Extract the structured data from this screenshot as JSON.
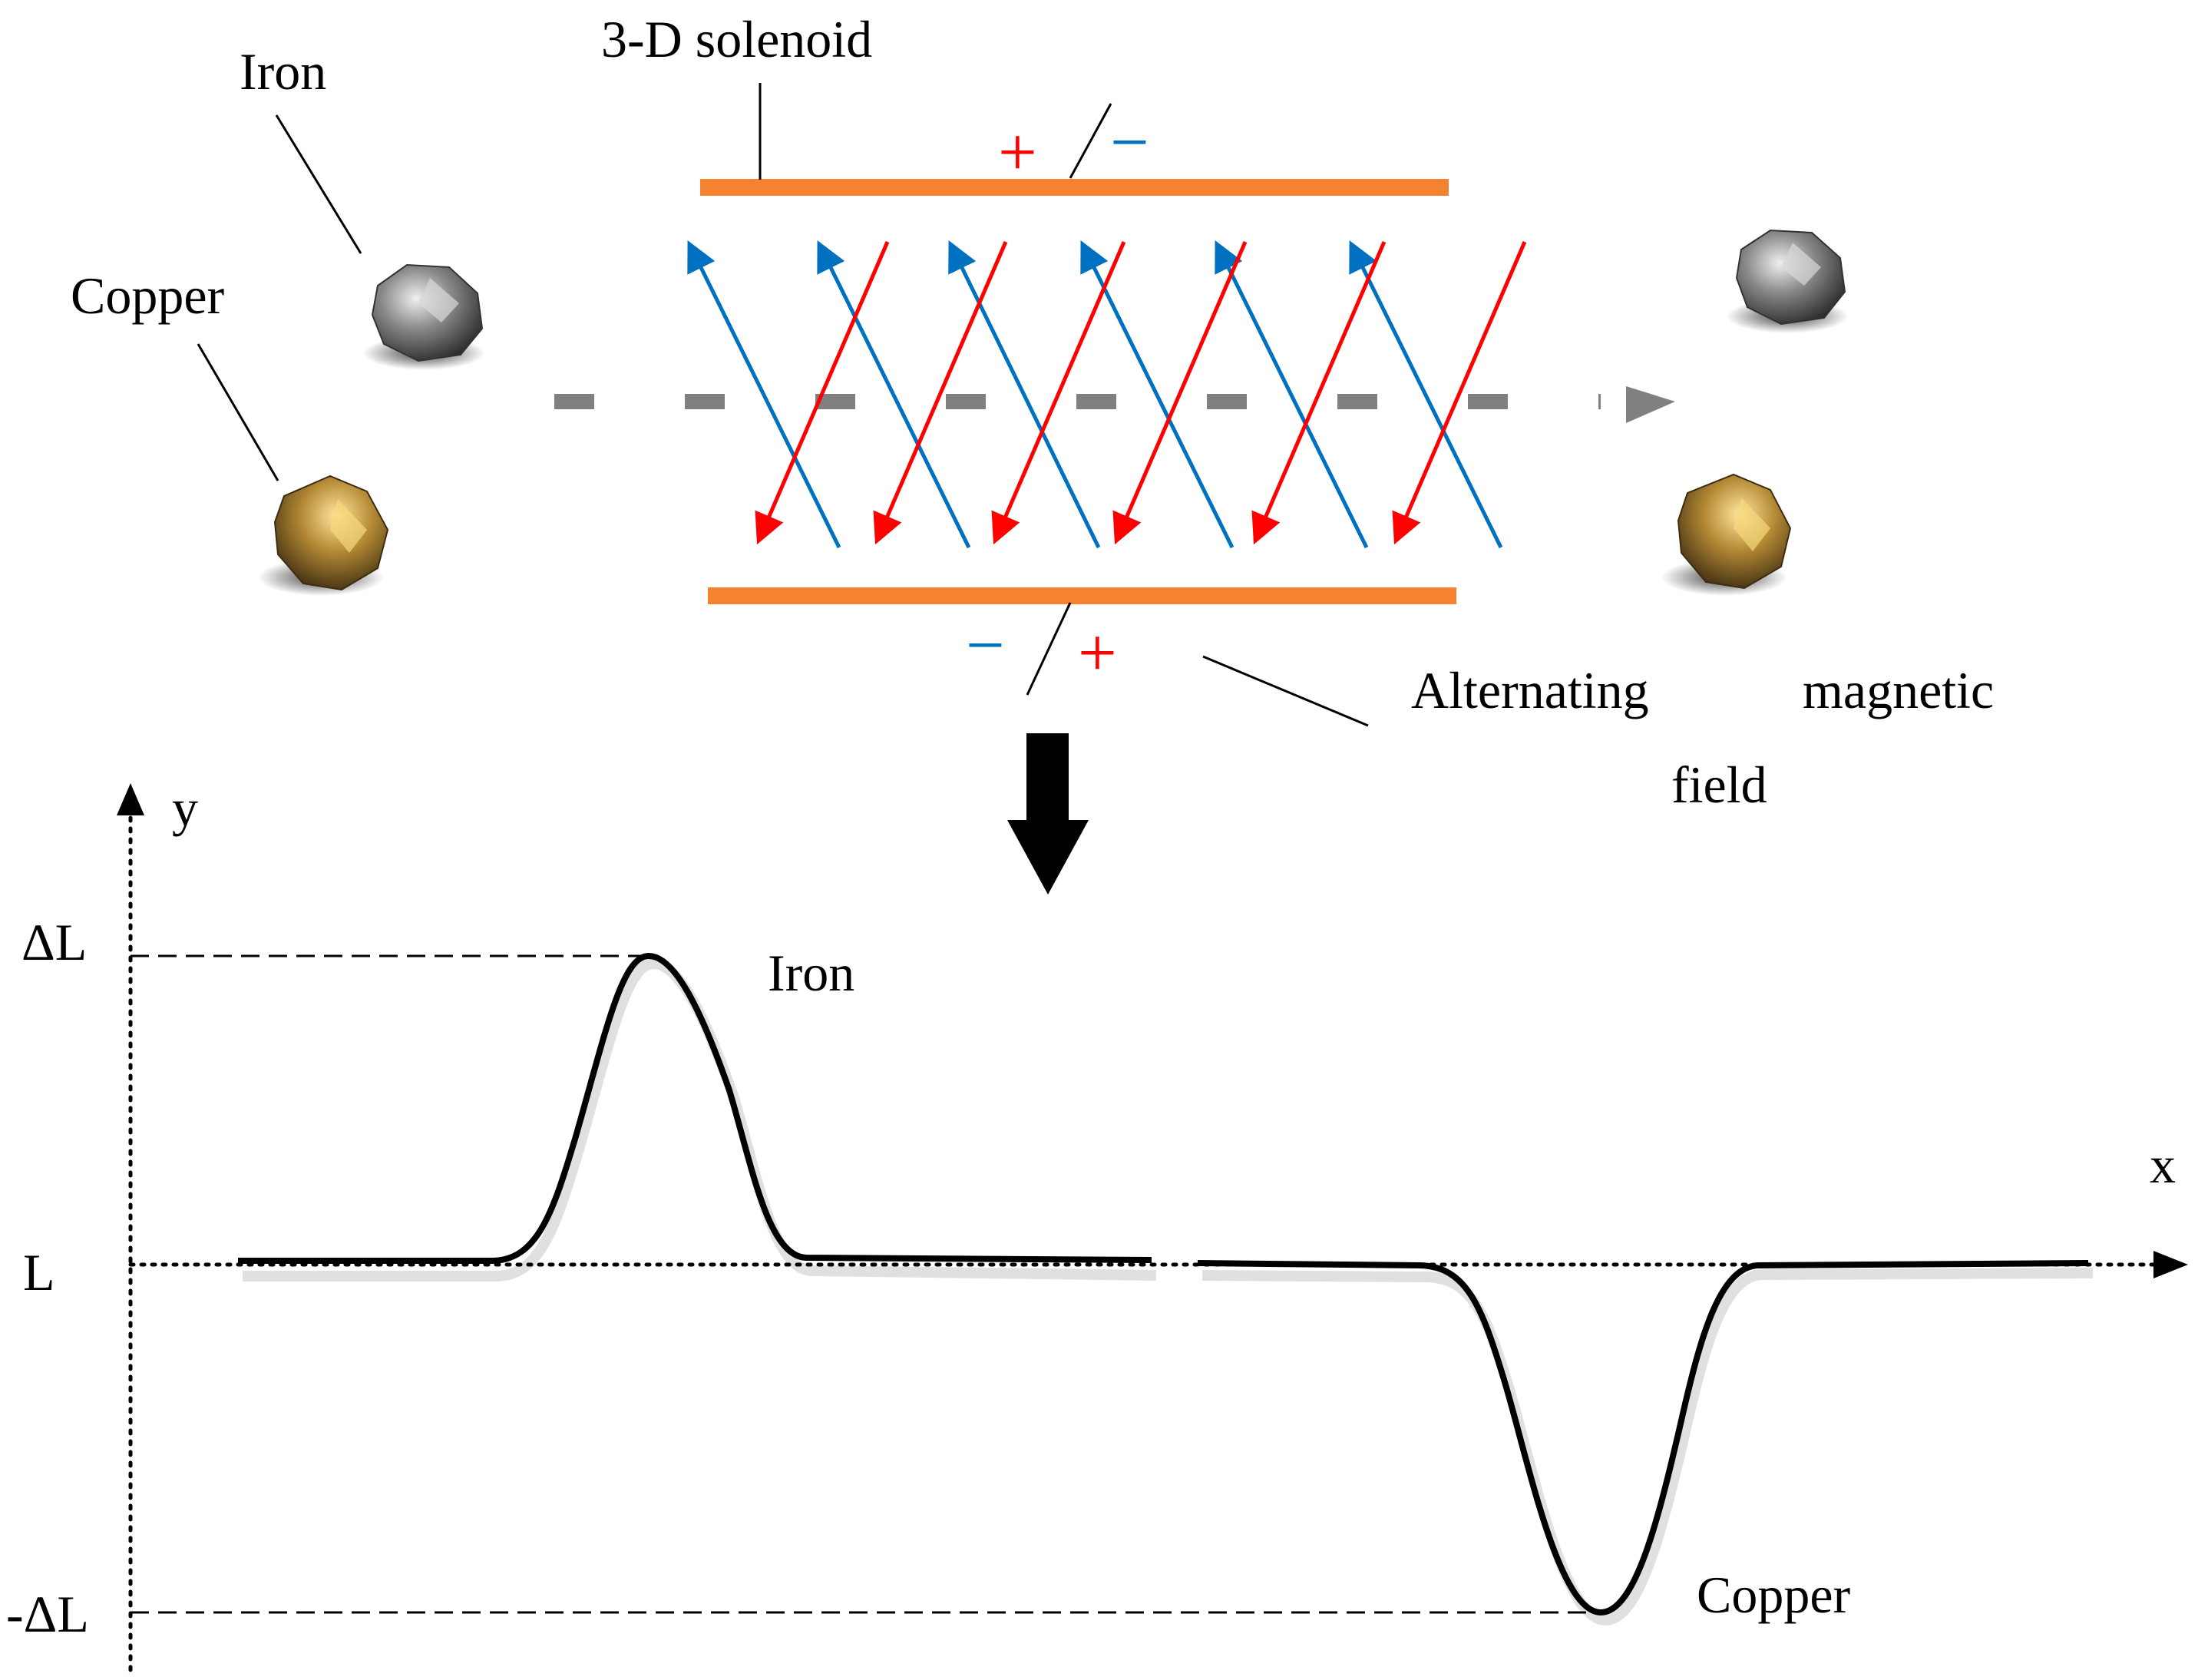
{
  "labels": {
    "iron_top": "Iron",
    "copper_top": "Copper",
    "solenoid": "3-D solenoid",
    "top_plus": "+",
    "top_minus": "−",
    "bottom_minus": "−",
    "bottom_plus": "+",
    "field_line1": "Alternating",
    "field_line2": "magnetic",
    "field_line3": "field",
    "y_axis": "y",
    "x_axis": "x",
    "delta_l": "ΔL",
    "l_level": "L",
    "neg_delta_l": "-ΔL",
    "iron_peak": "Iron",
    "copper_peak": "Copper"
  },
  "colors": {
    "solenoid": "#f4822e",
    "field_blue": "#0070c0",
    "field_red": "#ff0000",
    "path_gray": "#808080",
    "iron": "#6e6e6e",
    "copper": "#b08a3c"
  },
  "icons": {
    "iron_sample": "iron-nugget-icon",
    "copper_sample": "copper-nugget-icon",
    "down_arrow": "down-arrow-icon"
  },
  "chart_data": {
    "type": "line",
    "series": [
      {
        "name": "Iron",
        "peak_level": "ΔL",
        "direction": "positive"
      },
      {
        "name": "Copper",
        "peak_level": "-ΔL",
        "direction": "negative"
      }
    ],
    "y_ticks": [
      "ΔL",
      "L",
      "-ΔL"
    ],
    "xlabel": "x",
    "ylabel": "y"
  }
}
